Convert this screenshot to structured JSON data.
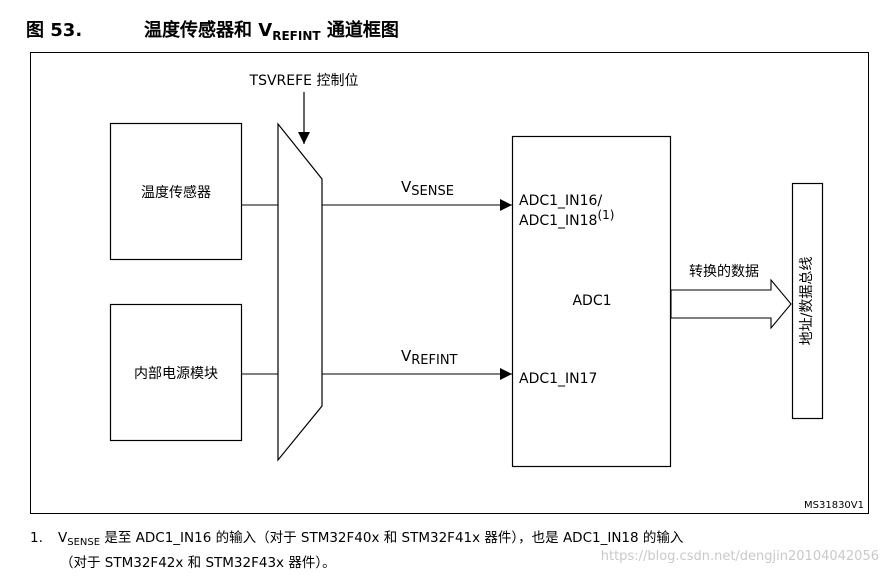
{
  "figure": {
    "number": "图 53.",
    "title_prefix": "温度传感器和 ",
    "title_v": "V",
    "title_sub": "REFINT",
    "title_suffix": " 通道框图"
  },
  "diagram": {
    "control_label": "TSVREFE 控制位",
    "temp_sensor": "温度传感器",
    "internal_power": "内部电源模块",
    "sense_v": "V",
    "sense_sub": "SENSE",
    "refint_v": "V",
    "refint_sub": "REFINT",
    "adc_in16": "ADC1_IN16/",
    "adc_in18": "ADC1_IN18",
    "adc_in18_note": "(1)",
    "adc_label": "ADC1",
    "adc_in17": "ADC1_IN17",
    "converted_data": "转换的数据",
    "bus_label": "地址/数据总线",
    "code": "MS31830V1"
  },
  "footnote": {
    "index": "1.",
    "v": "V",
    "v_sub": "SENSE",
    "line1_rest": " 是至 ADC1_IN16 的输入（对于 STM32F40x 和 STM32F41x 器件），也是 ADC1_IN18 的输入",
    "line2": "（对于 STM32F42x 和 STM32F43x 器件）。"
  },
  "watermark": "https://blog.csdn.net/dengjin20104042056"
}
